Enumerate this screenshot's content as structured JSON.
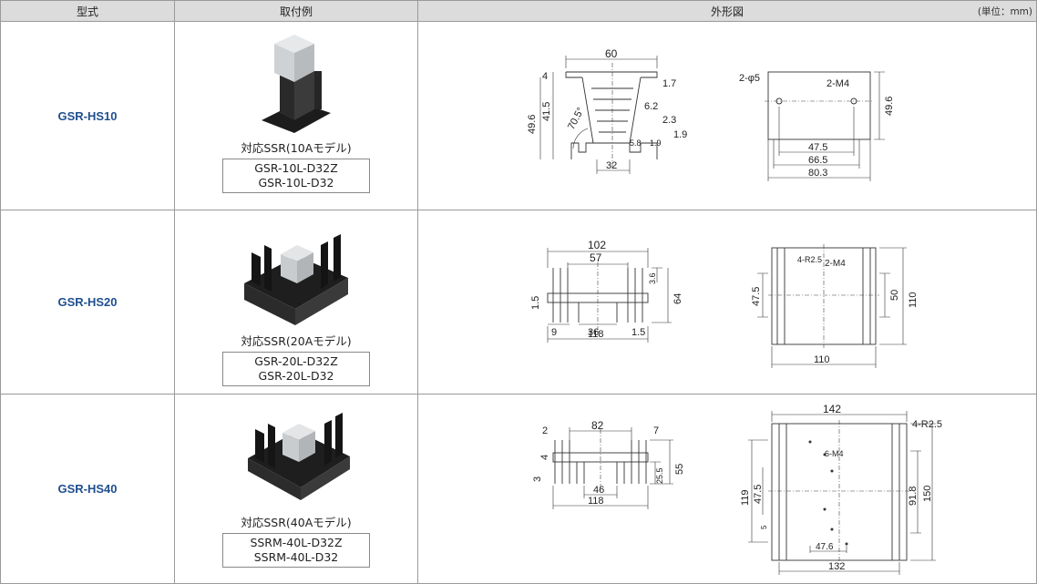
{
  "header": {
    "model": "型式",
    "mounting": "取付例",
    "outline": "外形図",
    "unit": "(単位：mm)"
  },
  "rows": [
    {
      "model": "GSR-HS10",
      "compat_label": "対応SSR(10Aモデル)",
      "ssr": [
        "GSR-10L-D32Z",
        "GSR-10L-D32"
      ],
      "front_dims": [
        "60",
        "4",
        "1.7",
        "49.6",
        "41.5",
        "70.5°",
        "6.2",
        "2.3",
        "1.9",
        "5.8",
        "1.9",
        "32"
      ],
      "side_dims": [
        "2-φ5",
        "2-M4",
        "49.6",
        "47.5",
        "66.5",
        "80.3"
      ]
    },
    {
      "model": "GSR-HS20",
      "compat_label": "対応SSR(20Aモデル)",
      "ssr": [
        "GSR-20L-D32Z",
        "GSR-20L-D32"
      ],
      "front_dims": [
        "102",
        "57",
        "3.6",
        "64",
        "1.5",
        "9",
        "36",
        "1.5",
        "118"
      ],
      "side_dims": [
        "4-R2.5",
        "2-M4",
        "47.5",
        "50",
        "110",
        "110"
      ]
    },
    {
      "model": "GSR-HS40",
      "compat_label": "対応SSR(40Aモデル)",
      "ssr": [
        "SSRM-40L-D32Z",
        "SSRM-40L-D32"
      ],
      "front_dims": [
        "2",
        "82",
        "7",
        "4",
        "3",
        "25.5",
        "55",
        "46",
        "118"
      ],
      "side_dims": [
        "142",
        "4-R2.5",
        "6-M4",
        "119",
        "47.5",
        "91.8",
        "150",
        "5",
        "47.6",
        "132"
      ]
    }
  ]
}
